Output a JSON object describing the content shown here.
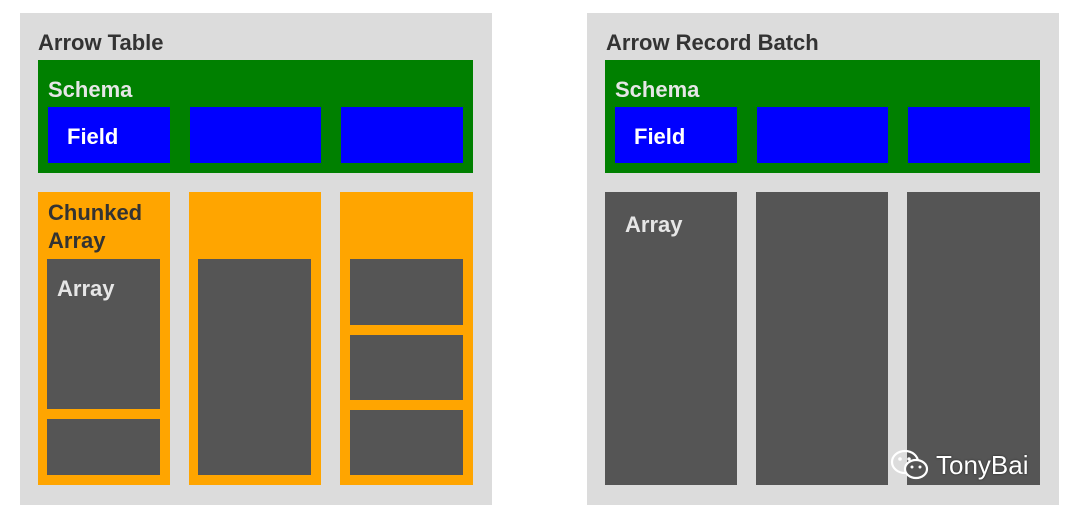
{
  "table": {
    "title": "Arrow Table",
    "schema_label": "Schema",
    "field_label": "Field",
    "chunked_label": "Chunked Array",
    "array_label": "Array"
  },
  "batch": {
    "title": "Arrow Record Batch",
    "schema_label": "Schema",
    "field_label": "Field",
    "array_label": "Array"
  },
  "watermark": {
    "text": "TonyBai",
    "icon": "wechat-icon"
  },
  "colors": {
    "panel": "#dcdcdc",
    "schema": "#008000",
    "field": "#0000ff",
    "chunked_array": "#ffa500",
    "array": "#555555"
  }
}
